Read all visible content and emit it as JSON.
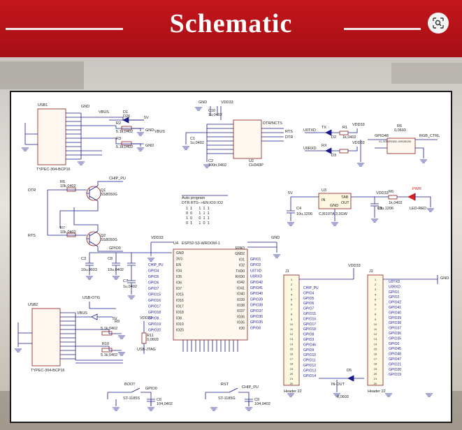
{
  "banner": {
    "title": "Schematic"
  },
  "colors": {
    "banner": "#b51218",
    "wire": "#1a1a8c",
    "part": "#8b1a1a",
    "text": "#1a1a1a",
    "led": "#d81e1e"
  },
  "parts": {
    "usb1": "USB1",
    "usb1_part": "TYPEC-304-BCP16",
    "usb2": "USB2",
    "usb2_part": "TYPEC-304-BCP16",
    "vbus": "VBUS",
    "gnd": "GND",
    "v5": "5V",
    "vdd33": "VDD33",
    "d1": "D1",
    "d26": "D26",
    "r2": "R2",
    "r3": "R3",
    "r2v": "5.1k,0402",
    "r3v": "5.1k,0402",
    "c10": "C10",
    "c10v": "1u,0402",
    "c1": "C1",
    "c1v": "1u,0402",
    "c2": "C2",
    "c2v": "100n,0402",
    "u2": "U2",
    "u2_part": "CH343P",
    "dtr_ncts": "DTR/NCTS",
    "rts": "RTS",
    "dtr": "DTR",
    "u0txd": "U0TXD",
    "u0rxd": "U0RXD",
    "tx": "TX",
    "rx": "RX",
    "r1": "R1",
    "r1v": "1k,0402",
    "d2": "D2",
    "d3": "D3",
    "gpio48": "GPIO48",
    "rgb": "RGB_CTRL",
    "u5_part": "XL-5050RGBC-WS2812B",
    "r5b": "R5",
    "r5bv": "0,0603",
    "chip_pu": "CHIP_PU",
    "r5": "R5",
    "r5v": "10k,0402",
    "q1": "Q1",
    "q1p": "SS8050G",
    "r7": "R7",
    "r7v": "10k,0402",
    "q2": "Q2",
    "q2p": "SS8050G",
    "gpio0": "GPIO0",
    "auto_title": "Auto program",
    "auto_head": "DTR RTS-->EN IO0 IO2",
    "auto_rows": [
      "1  1      1  1  1",
      "0  0      1  1  1",
      "1  0      0  1  1",
      "0  1      1  0  1"
    ],
    "u4": "U4",
    "u4_part": "ESP32-S3-WROOM-1",
    "u3": "U3",
    "u3_part": "CJ6107A 3.3GW",
    "u3_in": "IN",
    "u3_gnd": "GND",
    "u3_tab": "TAB",
    "u3_out": "OUT",
    "c4": "C4",
    "c4v": "10u,1206",
    "c5b": "C5",
    "c5bv": "10u,1206",
    "r6": "R6",
    "r6v": "1k,0402",
    "pwr": "PWR",
    "led_red": "LED-RED",
    "c3": "C3",
    "c3v": "10u,0603",
    "c8": "C8",
    "c8v": "10u,0402",
    "c7": "C7",
    "c7v": "1u,0402",
    "usb_otg": "USB-OTG",
    "r9": "R9",
    "r9v": "5.1k,0402",
    "r10": "R10",
    "r10v": "5.1k,0402",
    "usb_jtag": "USB-JTAG",
    "r11": "R11",
    "r11v": "0,0603",
    "boot": "BOOT",
    "sw1": "ST-1185S",
    "c6": "C6",
    "c6v": "104,0402",
    "rst": "RST",
    "sw2": "ST-1185G",
    "c9": "C9",
    "c9v": "104,0402",
    "j1": "J1",
    "j1_part": "Header 22",
    "j2": "J2",
    "j2_part": "Header 22",
    "in_out": "IN-OUT",
    "d5": "D5",
    "d5v": "0,0603",
    "j1_pins": [
      "CHIP_PU",
      "GPIO4",
      "GPIO5",
      "GPIO6",
      "GPIO7",
      "GPIO15",
      "GPIO16",
      "GPIO17",
      "GPIO18",
      "GPIO8",
      "GPIO3",
      "GPIO46",
      "GPIO9",
      "GPIO10",
      "GPIO11",
      "GPIO12",
      "GPIO13",
      "GPIO14"
    ],
    "j2_pins": [
      "U0TXD",
      "U0RXD",
      "GPIO1",
      "GPIO2",
      "GPIO42",
      "GPIO41",
      "GPIO40",
      "GPIO39",
      "GPIO38",
      "GPIO37",
      "GPIO36",
      "GPIO35",
      "GPIO0",
      "GPIO45",
      "GPIO48",
      "GPIO47",
      "GPIO21",
      "GPIO20",
      "GPIO19"
    ],
    "u4_left": [
      "GND",
      "3V3",
      "EN",
      "IO4",
      "IO5",
      "IO6",
      "IO7",
      "IO15",
      "IO16",
      "IO17",
      "IO18",
      "IO8",
      "IO19",
      "IO20"
    ],
    "u4_leftnets": [
      "CHIP_PU",
      "GPIO4",
      "GPIO5",
      "GPIO6",
      "GPIO7",
      "GPIO15",
      "GPIO16",
      "GPIO17",
      "GPIO18",
      "GPIO8",
      "GPIO19",
      "GPIO20"
    ],
    "u4_right": [
      "EPAD",
      "GND2",
      "IO1",
      "IO2",
      "TXD0",
      "RXD0",
      "IO42",
      "IO41",
      "IO40",
      "IO39",
      "IO38",
      "IO37",
      "IO36",
      "IO35",
      "IO0"
    ],
    "u4_rightnets": [
      "GPIO1",
      "GPIO2",
      "U0TXD",
      "U0RXD",
      "GPIO42",
      "GPIO41",
      "GPIO40",
      "GPIO39",
      "GPIO38",
      "GPIO37",
      "GPIO36",
      "GPIO35",
      "GPIO0"
    ]
  }
}
